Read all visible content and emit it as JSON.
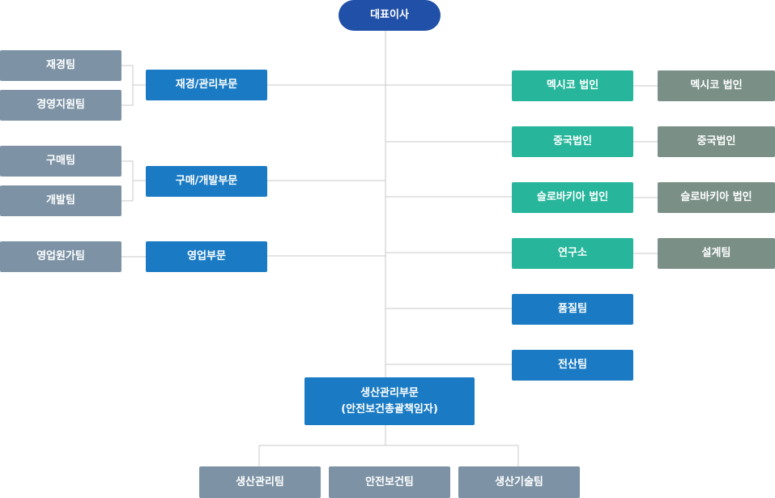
{
  "ceo": {
    "label": "대표이사"
  },
  "left": {
    "finance": {
      "dept": "재경/관리부문",
      "teams": [
        "재경팀",
        "경영지원팀"
      ]
    },
    "purchase": {
      "dept": "구매/개발부문",
      "teams": [
        "구매팀",
        "개발팀"
      ]
    },
    "sales": {
      "dept": "영업부문",
      "teams": [
        "영업원가팀"
      ]
    }
  },
  "right": {
    "corporations": [
      {
        "label": "멕시코 법인",
        "sub": "멕시코 법인"
      },
      {
        "label": "중국법인",
        "sub": "중국법인"
      },
      {
        "label": "슬로바키아 법인",
        "sub": "슬로바키아 법인"
      },
      {
        "label": "연구소",
        "sub": "설계팀"
      }
    ],
    "teams": [
      "품질팀",
      "전산팀"
    ]
  },
  "production": {
    "dept_line1": "생산관리부문",
    "dept_line2": "(안전보건총괄책임자)",
    "teams": [
      "생산관리팀",
      "안전보건팀",
      "생산기술팀"
    ]
  },
  "colors": {
    "ceo": "#2150a8",
    "department": "#1a7bc4",
    "team": "#7d93a5",
    "corporation": "#27b69b",
    "corporation_sub": "#7a9087",
    "line": "#c8c8c8"
  }
}
